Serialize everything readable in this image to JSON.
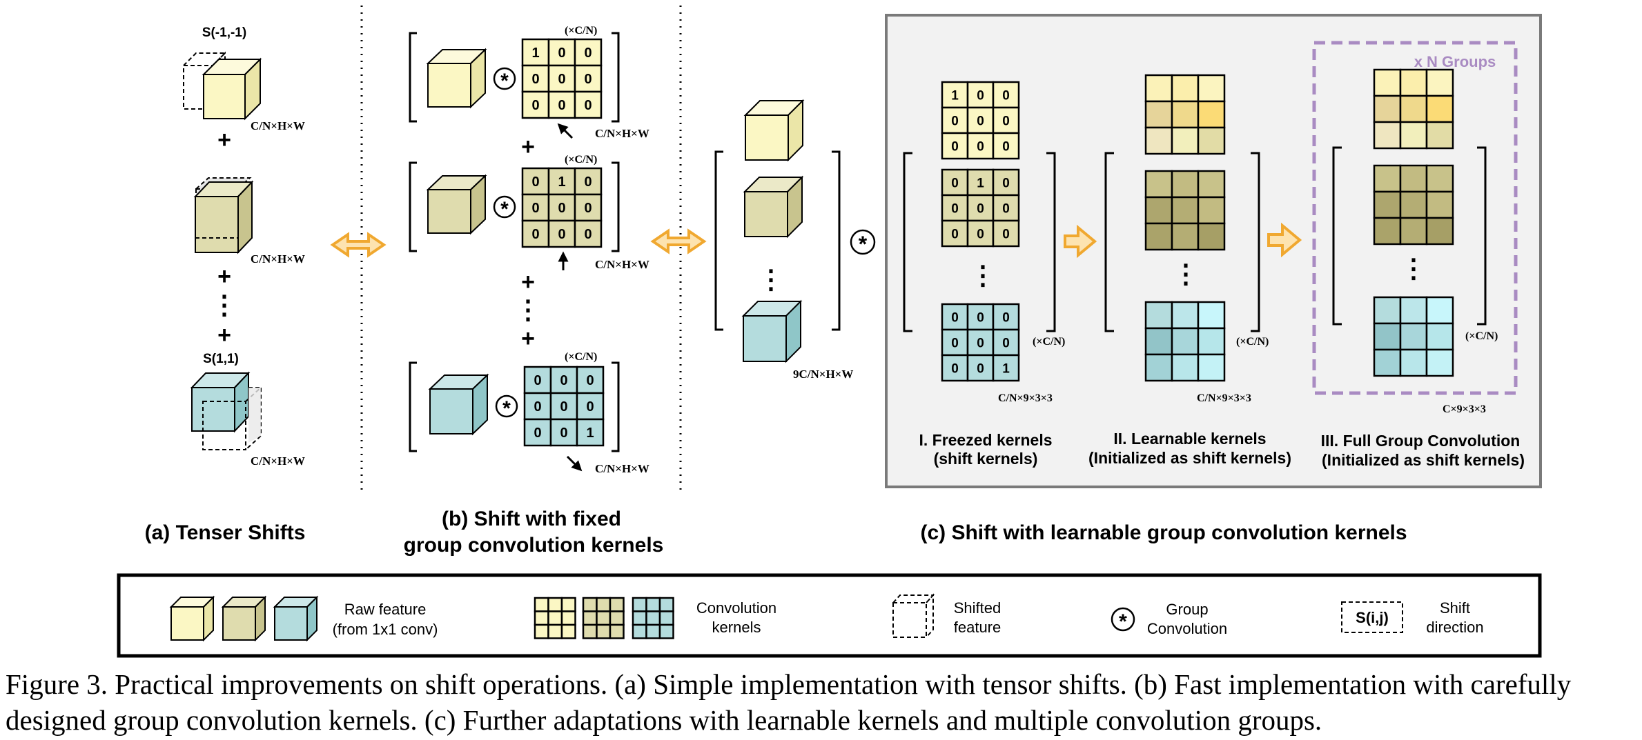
{
  "panels": {
    "a": {
      "title": "(a) Tenser Shifts",
      "shift_top": "S(-1,-1)",
      "shift_bottom": "S(1,1)",
      "dim": "C/N×H×W",
      "plus": "+",
      "dots": "⋮"
    },
    "b": {
      "title_line1": "(b) Shift with fixed",
      "title_line2": "group convolution kernels",
      "mult": "(×C/N)",
      "dim": "C/N×H×W",
      "kernel_top": [
        "1",
        "0",
        "0",
        "0",
        "0",
        "0",
        "0",
        "0",
        "0"
      ],
      "kernel_mid": [
        "0",
        "1",
        "0",
        "0",
        "0",
        "0",
        "0",
        "0",
        "0"
      ],
      "kernel_bot": [
        "0",
        "0",
        "0",
        "0",
        "0",
        "0",
        "0",
        "0",
        "1"
      ]
    },
    "c": {
      "title": "(c) Shift with learnable group convolution kernels",
      "stack_dim": "9C/N×H×W",
      "mult": "(×C/N)",
      "kdim": "C/N×9×3×3",
      "kdim_full": "C×9×3×3",
      "groups": "x N Groups",
      "sub1_line1": "I. Freezed kernels",
      "sub1_line2": "(shift kernels)",
      "sub2_line1": "II. Learnable kernels",
      "sub2_line2": "(Initialized as shift kernels)",
      "sub3_line1": "III. Full Group Convolution",
      "sub3_line2": "(Initialized as shift kernels)"
    }
  },
  "legend": {
    "raw_line1": "Raw feature",
    "raw_line2": "(from 1x1 conv)",
    "conv_line1": "Convolution",
    "conv_line2": "kernels",
    "shifted_line1": "Shifted",
    "shifted_line2": "feature",
    "group_line1": "Group",
    "group_line2": "Convolution",
    "shift_box": "S(i,j)",
    "dir_line1": "Shift",
    "dir_line2": "direction"
  },
  "caption": {
    "line1": "Figure 3. Practical improvements on shift operations. (a) Simple implementation with tensor shifts. (b) Fast implementation with carefully",
    "line2": "designed group convolution kernels. (c) Further adaptations with learnable kernels and multiple convolution groups."
  },
  "colors": {
    "yellow": "#fbf7c4",
    "olive": "#dfdcae",
    "teal": "#b4dcdd",
    "arrow": "#f0a830",
    "groups": "#a98bc2",
    "panel_bg": "#f2f2f2"
  }
}
